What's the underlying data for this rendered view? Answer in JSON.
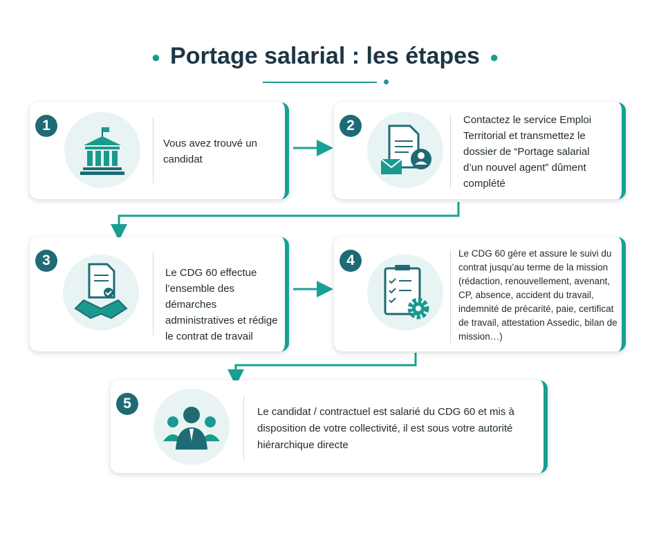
{
  "title": "Portage salarial : les étapes",
  "steps": [
    {
      "num": "1",
      "icon": "town-hall-icon",
      "text": "Vous avez trouvé un candidat"
    },
    {
      "num": "2",
      "icon": "document-mail-user-icon",
      "text": "Contactez le service Emploi Territorial et transmettez le dossier de “Portage salarial d’un nouvel agent” dûment complété"
    },
    {
      "num": "3",
      "icon": "contract-handshake-icon",
      "text": "Le CDG 60 effectue l’ensemble des démarches administratives et rédige le contrat de travail"
    },
    {
      "num": "4",
      "icon": "clipboard-gear-icon",
      "text": "Le CDG 60 gère et assure le suivi du contrat jusqu’au terme de la mission (rédaction, renouvellement, avenant, CP, absence, accident du travail, indemnité de précarité, paie, certificat de travail, attestation Assedic, bilan de mission…)"
    },
    {
      "num": "5",
      "icon": "team-icon",
      "text": "Le candidat / contractuel est salarié du CDG 60 et mis à disposition de votre collectivité, il est sous votre autorité hiérarchique directe"
    }
  ],
  "colors": {
    "teal": "#17a093",
    "dark": "#1e6b75",
    "title": "#1d3646"
  }
}
